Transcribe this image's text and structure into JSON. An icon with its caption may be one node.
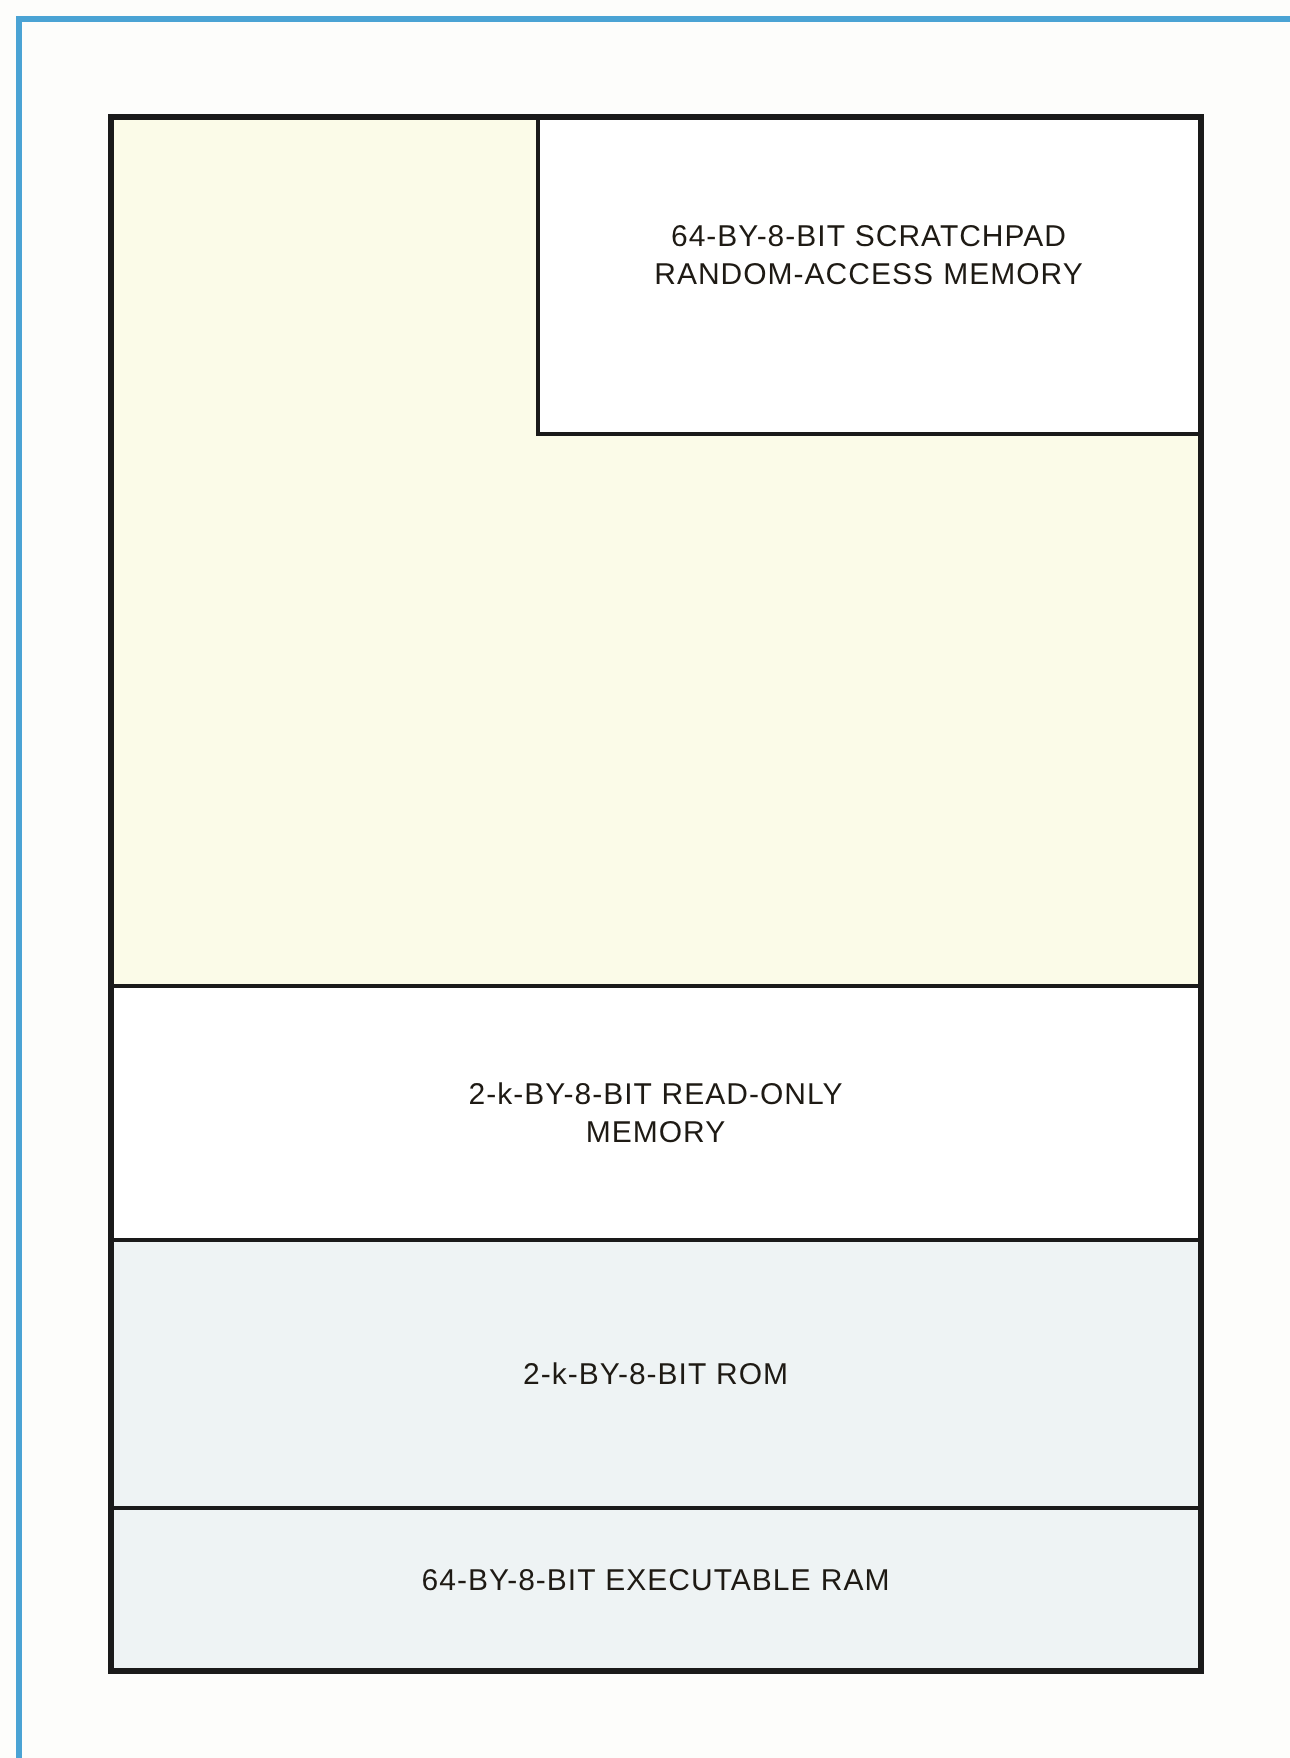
{
  "diagram": {
    "nodes": [
      {
        "text": [],
        "shape": "box"
      },
      {
        "text": [
          "64-BY-8-BIT SCRATCHPAD RANDOM-ACCESS MEMORY"
        ],
        "in": 0
      },
      {
        "text": [
          "2-k-BY-8-BIT READ-ONLY MEMORY"
        ]
      },
      {
        "text": [
          "2-k-BY-8-BIT ROM"
        ]
      },
      {
        "text": [
          "64-BY-8-BIT EXECUTABLE RAM"
        ]
      }
    ]
  }
}
